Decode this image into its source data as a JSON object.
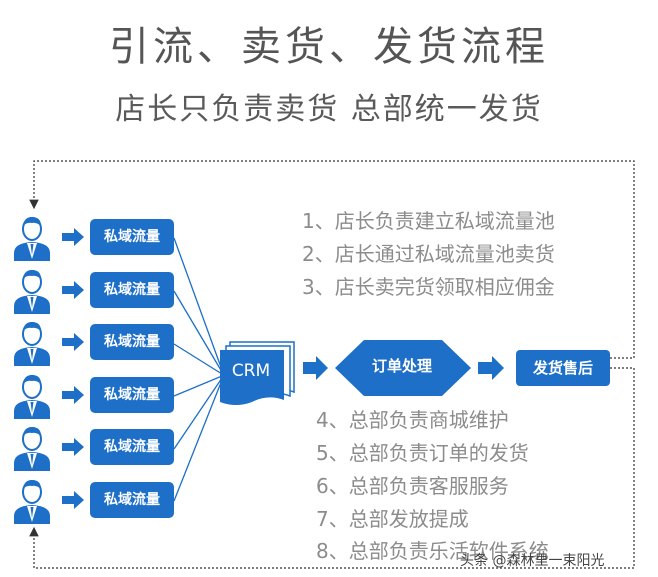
{
  "header": {
    "title": "引流、卖货、发货流程",
    "subtitle": "店长只负责卖货  总部统一发货"
  },
  "flow": {
    "traffic_label": "私域流量",
    "traffic_rows": 6,
    "crm_label": "CRM",
    "order_label": "订单处理",
    "after_sales_label": "发货售后"
  },
  "store_manager_steps": [
    "1、店长负责建立私域流量池",
    "2、店长通过私域流量池卖货",
    "3、店长卖完货领取相应佣金"
  ],
  "headquarters_steps": [
    "4、总部负责商城维护",
    "5、总部负责订单的发货",
    "6、总部负责客服服务",
    "7、总部发放提成",
    "8、总部负责乐活软件系统"
  ],
  "watermark": "头条 @森林里一束阳光",
  "colors": {
    "primary_blue": "#1d6fc7",
    "title_gray": "#555555",
    "step_gray": "#8c8c8c"
  }
}
